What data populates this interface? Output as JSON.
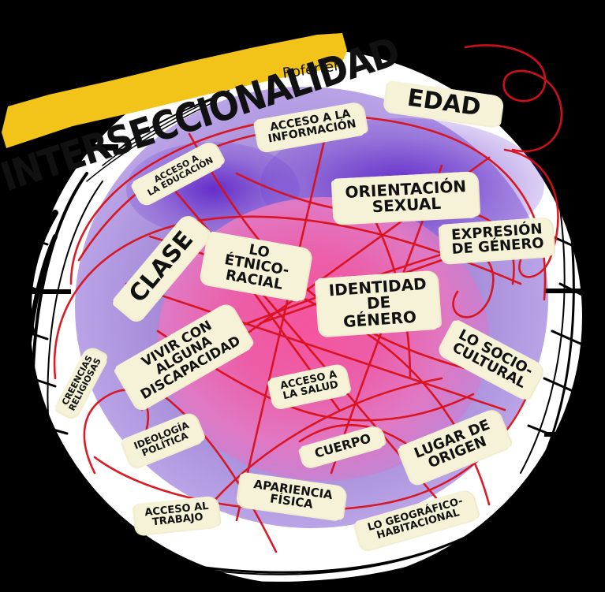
{
  "title": "INTERSECCIONALIDAD",
  "author": "Roferrer",
  "colors": {
    "background": "#000000",
    "banner": "#f2c318",
    "tag_paper": "#f5f2d8",
    "thread": "#d8101a",
    "wash_purple": "#a58ad8",
    "wash_pink": "#f4559e",
    "ink": "#111111"
  },
  "categories": [
    {
      "id": "edad",
      "label": "EDAD"
    },
    {
      "id": "acceso-informacion",
      "label": "ACCESO A LA\nINFORMACIÓN"
    },
    {
      "id": "acceso-educacion",
      "label": "ACCESO A\nLA EDUCACIÓN"
    },
    {
      "id": "orientacion-sexual",
      "label": "ORIENTACIÓN\nSEXUAL"
    },
    {
      "id": "expresion-genero",
      "label": "EXPRESIÓN\nDE GÉNERO"
    },
    {
      "id": "clase",
      "label": "CLASE"
    },
    {
      "id": "etnico-racial",
      "label": "LO\nÉTNICO-\nRACIAL"
    },
    {
      "id": "identidad-genero",
      "label": "IDENTIDAD\nDE\nGÉNERO"
    },
    {
      "id": "discapacidad",
      "label": "VIVIR CON\nALGUNA\nDISCAPACIDAD"
    },
    {
      "id": "creencias-religiosas",
      "label": "CREENCIAS\nRELIGIOSAS"
    },
    {
      "id": "socio-cultural",
      "label": "LO SOCIO-\nCULTURAL"
    },
    {
      "id": "acceso-salud",
      "label": "ACCESO A\nLA SALUD"
    },
    {
      "id": "ideologia-politica",
      "label": "IDEOLOGÍA\nPOLÍTICA"
    },
    {
      "id": "cuerpo",
      "label": "CUERPO"
    },
    {
      "id": "lugar-origen",
      "label": "LUGAR DE\nORIGEN"
    },
    {
      "id": "acceso-trabajo",
      "label": "ACCESO AL\nTRABAJO"
    },
    {
      "id": "apariencia-fisica",
      "label": "APARIENCIA\nFÍSICA"
    },
    {
      "id": "geografico-habitacional",
      "label": "LO GEOGRÁFICO-\nHABITACIONAL"
    }
  ]
}
